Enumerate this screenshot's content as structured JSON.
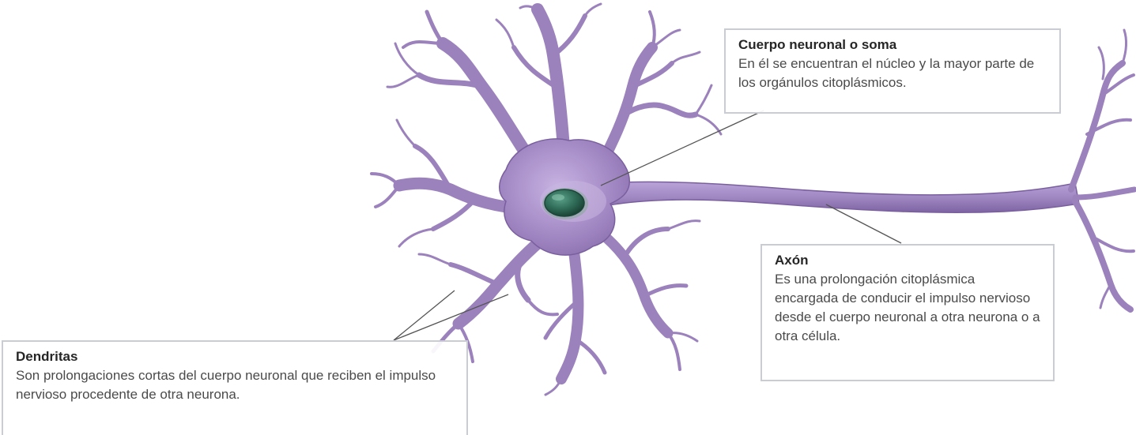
{
  "colors": {
    "membrane": "#9c82bc",
    "membrane_dark": "#7a5f9e",
    "membrane_light": "#c1ace0",
    "nucleus": "#2f6b57",
    "leader_line": "#555555",
    "callout_border": "#c9cdd3"
  },
  "callouts": {
    "soma": {
      "title": "Cuerpo neuronal o soma",
      "text": "En él se encuentran el núcleo y la mayor parte de los orgánulos citoplásmicos."
    },
    "axon": {
      "title": "Axón",
      "text": "Es una prolongación citoplásmica encargada de conducir el impulso nervioso desde el cuerpo neuronal a otra neurona o a otra célula."
    },
    "dendrites": {
      "title": "Dendritas",
      "text": "Son prolongaciones cortas del cuerpo neuronal que reciben el impulso nervioso procedente de otra neurona."
    }
  }
}
